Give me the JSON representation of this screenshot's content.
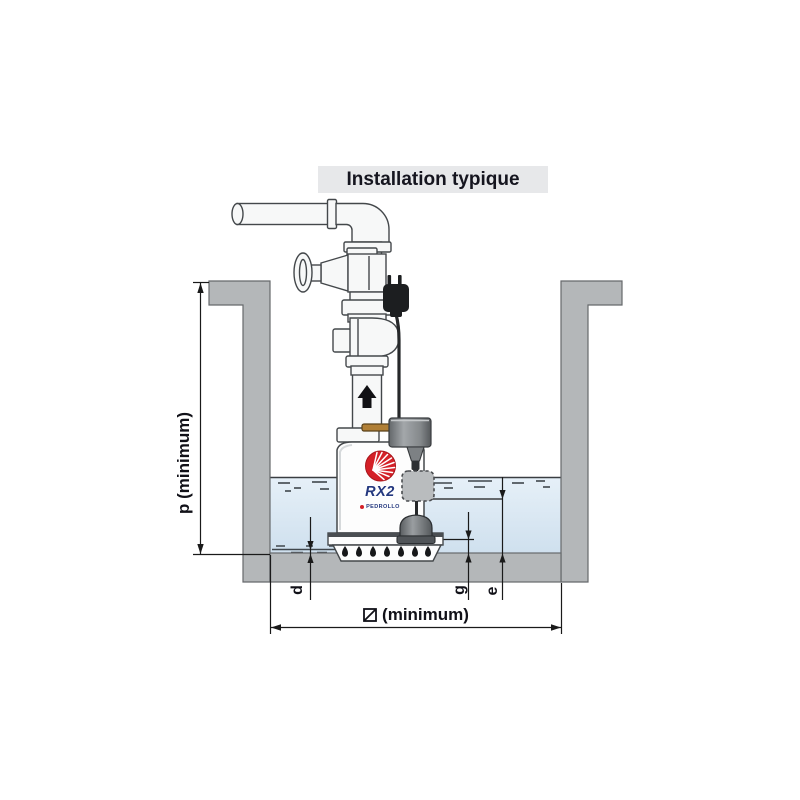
{
  "title": "Installation typique",
  "pump": {
    "model": "RX2",
    "brand": "PEDROLLO"
  },
  "dimensions": {
    "p_label": "p  (minimum)",
    "d_label": "d",
    "g_label": "g",
    "e_label": "e",
    "box_label_suffix": "(minimum)",
    "box_symbol": "square-with-diagonal"
  },
  "colors": {
    "wall_gray": "#b4b7b9",
    "wall_outline": "#66696c",
    "water_top": "#e6f0f8",
    "water_bottom": "#cfe0ee",
    "pipe_white": "#f7f8f8",
    "line_black": "#1a1a1a",
    "float_gray": "#8a8e91",
    "logo_red": "#d42027",
    "brand_blue": "#24387f",
    "title_bg": "#e7e8ea"
  }
}
